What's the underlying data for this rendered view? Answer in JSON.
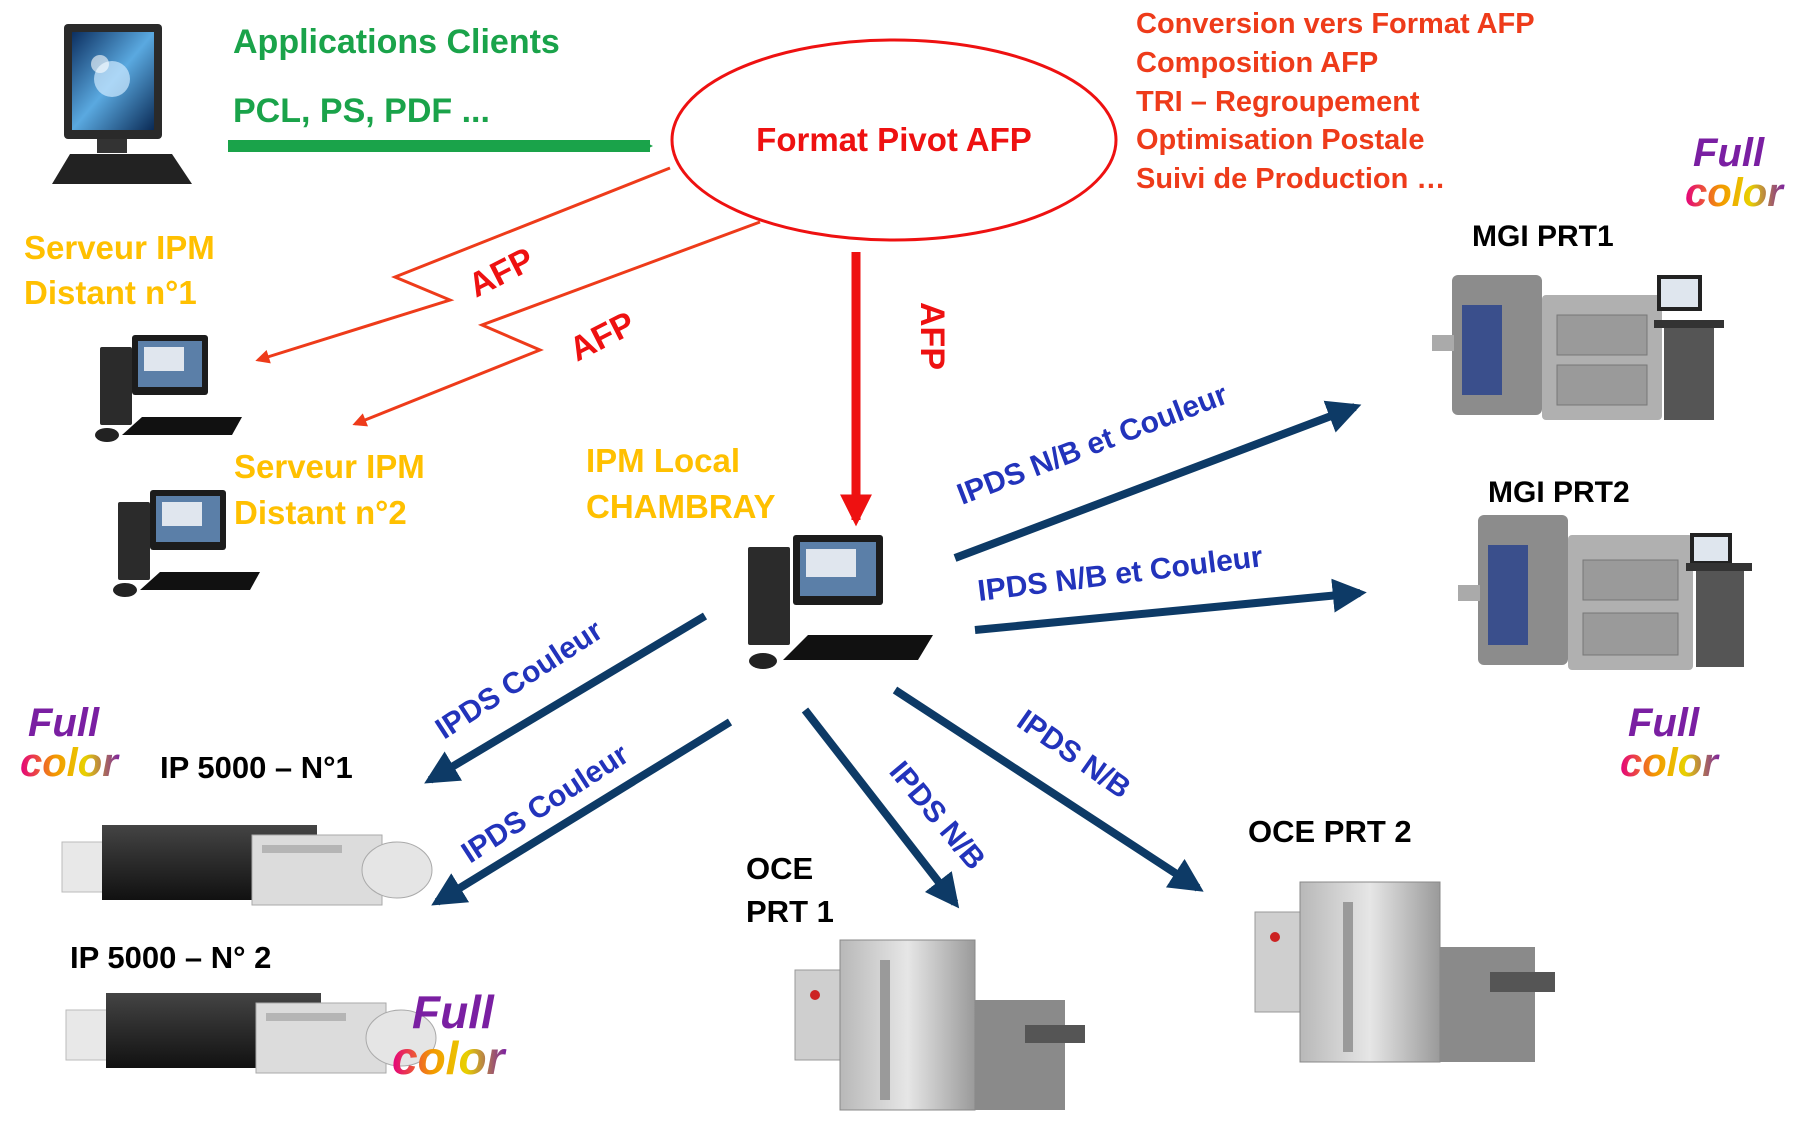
{
  "colors": {
    "green": "#1aa34a",
    "red": "#ee1111",
    "orange_red": "#ee3b1a",
    "yellow": "#ffc000",
    "navy": "#0d3a66",
    "blue_text": "#2233bb",
    "black": "#000000"
  },
  "client": {
    "title": "Applications Clients",
    "formats": "PCL, PS, PDF ..."
  },
  "pivot": {
    "label": "Format Pivot AFP"
  },
  "features": [
    "Conversion vers  Format AFP",
    "Composition AFP",
    "TRI – Regroupement",
    "Optimisation Postale",
    "Suivi de Production …"
  ],
  "servers": {
    "remote1": {
      "line1": "Serveur IPM",
      "line2": "Distant n°1"
    },
    "remote2": {
      "line1": "Serveur IPM",
      "line2": "Distant n°2"
    },
    "local": {
      "line1": "IPM Local",
      "line2": "CHAMBRAY"
    }
  },
  "links": {
    "afp1": "AFP",
    "afp2": "AFP",
    "afp_local": "AFP",
    "ipds_mgi1": "IPDS  N/B et Couleur",
    "ipds_mgi2": "IPDS N/B et Couleur",
    "ipds_ip1": "IPDS Couleur",
    "ipds_ip2": "IPDS Couleur",
    "ipds_oce1": "IPDS N/B",
    "ipds_oce2": "IPDS N/B"
  },
  "printers": {
    "mgi1": "MGI  PRT1",
    "mgi2": "MGI PRT2",
    "ip1": "IP 5000 – N°1",
    "ip2": "IP 5000 – N° 2",
    "oce1_line1": "OCE",
    "oce1_line2": "PRT 1",
    "oce2": "OCE PRT 2"
  },
  "badges": {
    "line1": "Full",
    "line2": "color"
  },
  "icons": {
    "client": "lcd-monitor-icon",
    "server": "desktop-computer-icon",
    "mgi": "digital-press-icon",
    "ip5000": "production-printer-icon",
    "oce": "laser-printer-icon"
  }
}
